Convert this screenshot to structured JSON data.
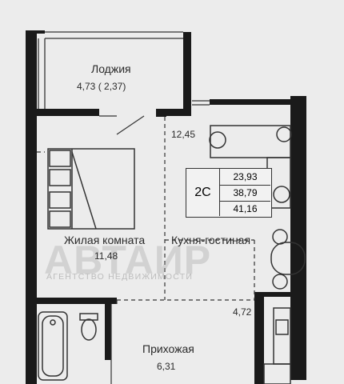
{
  "rooms": {
    "loggia": {
      "name": "Лоджия",
      "area": "4,73 ( 2,37)"
    },
    "living_room": {
      "name": "Жилая комната",
      "area": "11,48"
    },
    "kitchen_living": {
      "name": "Кухня-гостиная",
      "area": "12,45"
    },
    "hallway": {
      "name": "Прихожая",
      "area": "6,31"
    },
    "bathroom": {
      "area": "4,72"
    }
  },
  "apartment": {
    "type": "2С",
    "areas": [
      "23,93",
      "38,79",
      "41,16"
    ]
  },
  "watermark": {
    "logo": "АВТАИР",
    "subtitle": "АГЕНТСТВО НЕДВИЖИМОСТИ"
  },
  "colors": {
    "wall": "#1a1a1a",
    "line": "#333333",
    "background": "#ececec"
  }
}
